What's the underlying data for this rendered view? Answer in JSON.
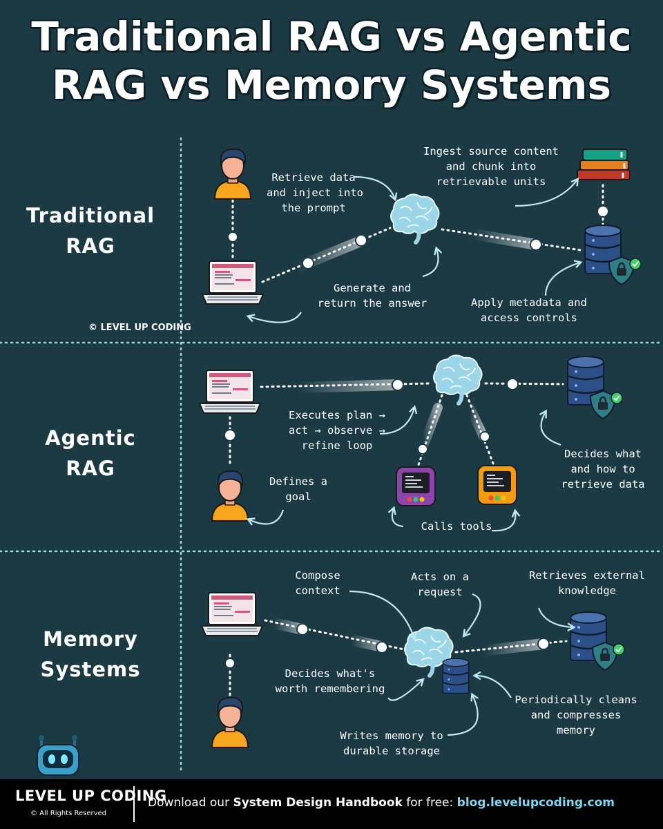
{
  "title": {
    "line1": "Traditional RAG vs Agentic",
    "line2": "RAG vs Memory Systems"
  },
  "sections": {
    "traditional": {
      "label": [
        "Traditional",
        "RAG"
      ],
      "notes": {
        "retrieve": [
          "Retrieve data",
          "and inject into",
          "the prompt"
        ],
        "ingest": [
          "Ingest source content",
          "and chunk into",
          "retrievable units"
        ],
        "generate": [
          "Generate and",
          "return the answer"
        ],
        "metadata": [
          "Apply metadata and",
          "access controls"
        ]
      }
    },
    "agentic": {
      "label": [
        "Agentic",
        "RAG"
      ],
      "notes": {
        "executes": [
          "Executes plan →",
          "act → observe →",
          "refine loop"
        ],
        "goal": [
          "Defines a",
          "goal"
        ],
        "decides": [
          "Decides what",
          "and how to",
          "retrieve data"
        ],
        "tools": [
          "Calls tools"
        ]
      }
    },
    "memory": {
      "label": [
        "Memory",
        "Systems"
      ],
      "notes": {
        "compose": [
          "Compose",
          "context"
        ],
        "acts": [
          "Acts on a",
          "request"
        ],
        "retrieves": [
          "Retrieves external",
          "knowledge"
        ],
        "worth": [
          "Decides what's",
          "worth remembering"
        ],
        "cleans": [
          "Periodically cleans",
          "and compresses",
          "memory"
        ],
        "writes": [
          "Writes memory to",
          "durable storage"
        ]
      }
    }
  },
  "watermark": "© LEVEL UP CODING",
  "footer": {
    "brand": "LEVEL UP CODING",
    "rights": "© All Rights Reserved",
    "cta_prefix": "Download our ",
    "cta_bold": "System Design Handbook",
    "cta_mid": " for free: ",
    "cta_url": "blog.levelupcoding.com"
  },
  "colors": {
    "background": "#1b3a44",
    "divider": "#9fd9e6",
    "brain": "#9bd6e8",
    "database": "#2b4f86",
    "shield": "#2f7f86",
    "check": "#3fd36b",
    "person_shirt": "#f5a51e",
    "url": "#7fd8f2"
  },
  "icons": [
    "person-icon",
    "laptop-icon",
    "brain-icon",
    "database-icon",
    "shield-check-icon",
    "books-icon",
    "terminal-tool-icon",
    "robot-logo-icon"
  ]
}
